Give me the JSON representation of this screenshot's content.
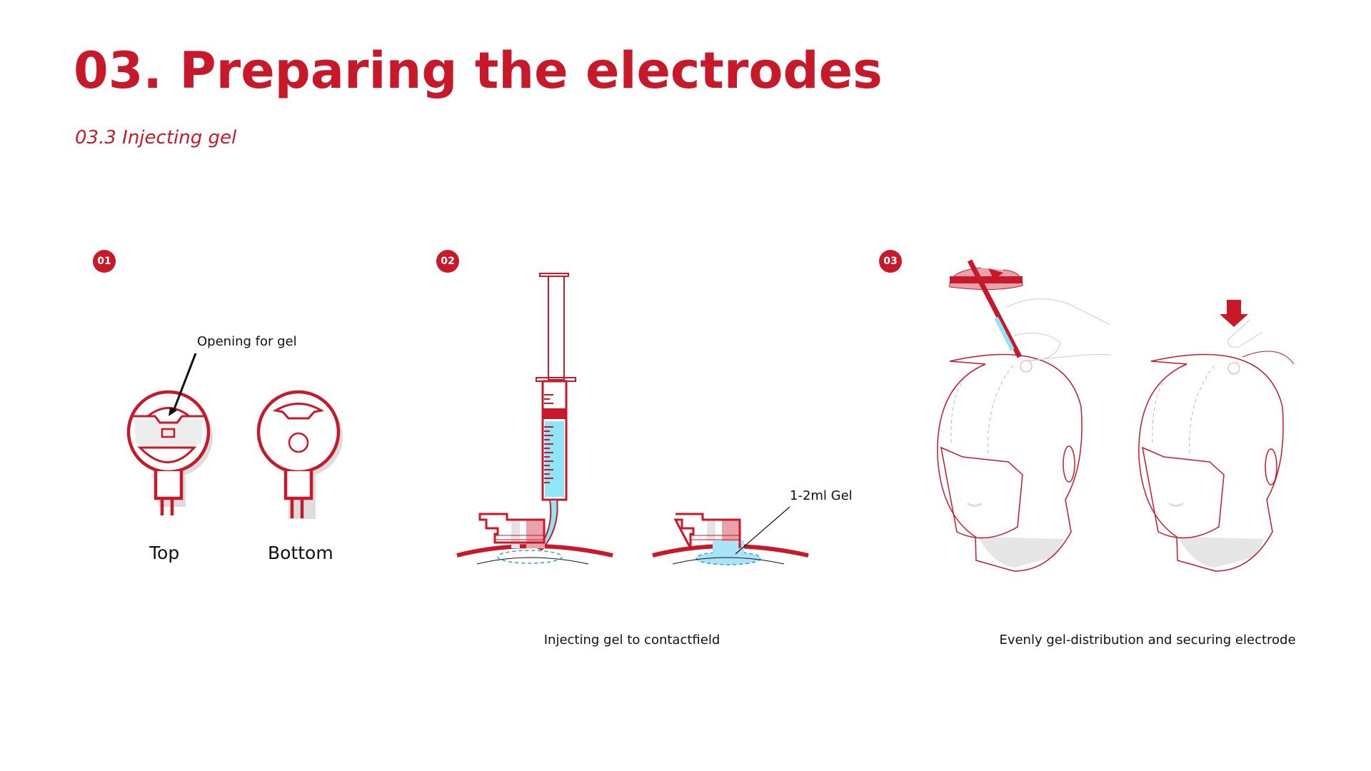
{
  "header": {
    "title": "03. Preparing the electrodes",
    "subtitle": "03.3 Injecting gel"
  },
  "steps": [
    {
      "badge": "01",
      "callout": "Opening for gel",
      "labels": [
        "Top",
        "Bottom"
      ]
    },
    {
      "badge": "02",
      "callout": "1-2ml Gel",
      "caption": "Injecting gel to contactfield"
    },
    {
      "badge": "03",
      "caption": "Evenly gel-distribution and securing electrode"
    }
  ],
  "colors": {
    "accent": "#c8192b",
    "gel": "#8fe6f6",
    "shadow": "#e3e3e3"
  }
}
